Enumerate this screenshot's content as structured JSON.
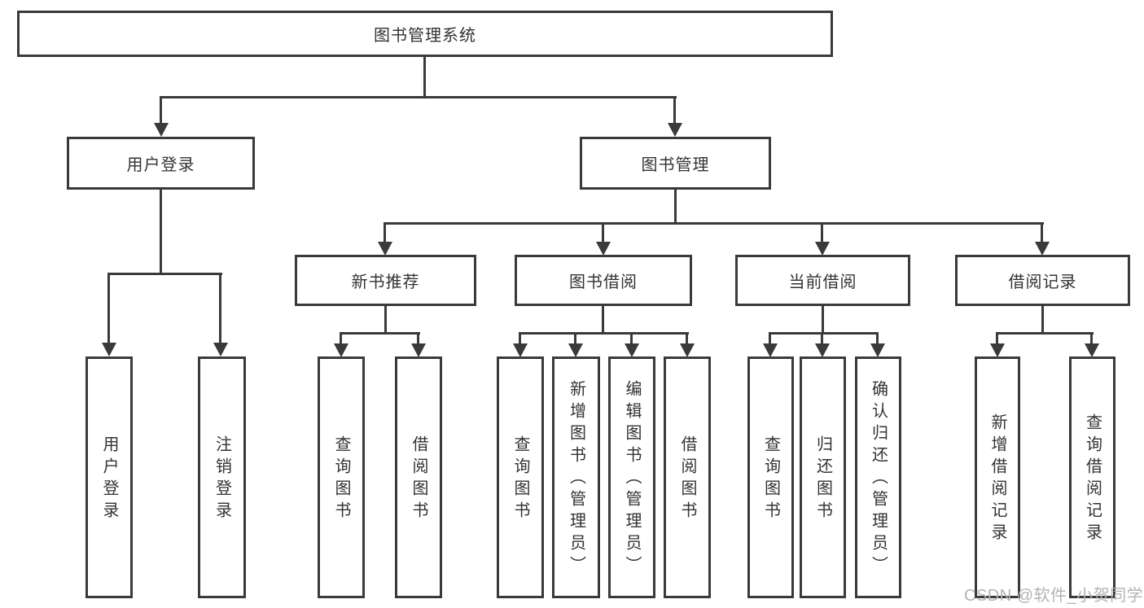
{
  "colors": {
    "line": "#3a3a3a",
    "text": "#333333",
    "watermark": "#b3b3b3",
    "background": "#ffffff"
  },
  "watermark": {
    "text": "CSDN @软件_小贺同学"
  },
  "diagram": {
    "type": "hierarchy-tree",
    "title": "图书管理系统",
    "branches": [
      {
        "label": "用户登录",
        "children": [
          {
            "label": "用户登录"
          },
          {
            "label": "注销登录"
          }
        ]
      },
      {
        "label": "图书管理",
        "children": [
          {
            "label": "新书推荐",
            "children": [
              {
                "label": "查询图书"
              },
              {
                "label": "借阅图书"
              }
            ]
          },
          {
            "label": "图书借阅",
            "children": [
              {
                "label": "查询图书"
              },
              {
                "label": "新增图书（管理员）"
              },
              {
                "label": "编辑图书（管理员）"
              },
              {
                "label": "借阅图书"
              }
            ]
          },
          {
            "label": "当前借阅",
            "children": [
              {
                "label": "查询图书"
              },
              {
                "label": "归还图书"
              },
              {
                "label": "确认归还（管理员）"
              }
            ]
          },
          {
            "label": "借阅记录",
            "children": [
              {
                "label": "新增借阅记录"
              },
              {
                "label": "查询借阅记录"
              }
            ]
          }
        ]
      }
    ]
  }
}
